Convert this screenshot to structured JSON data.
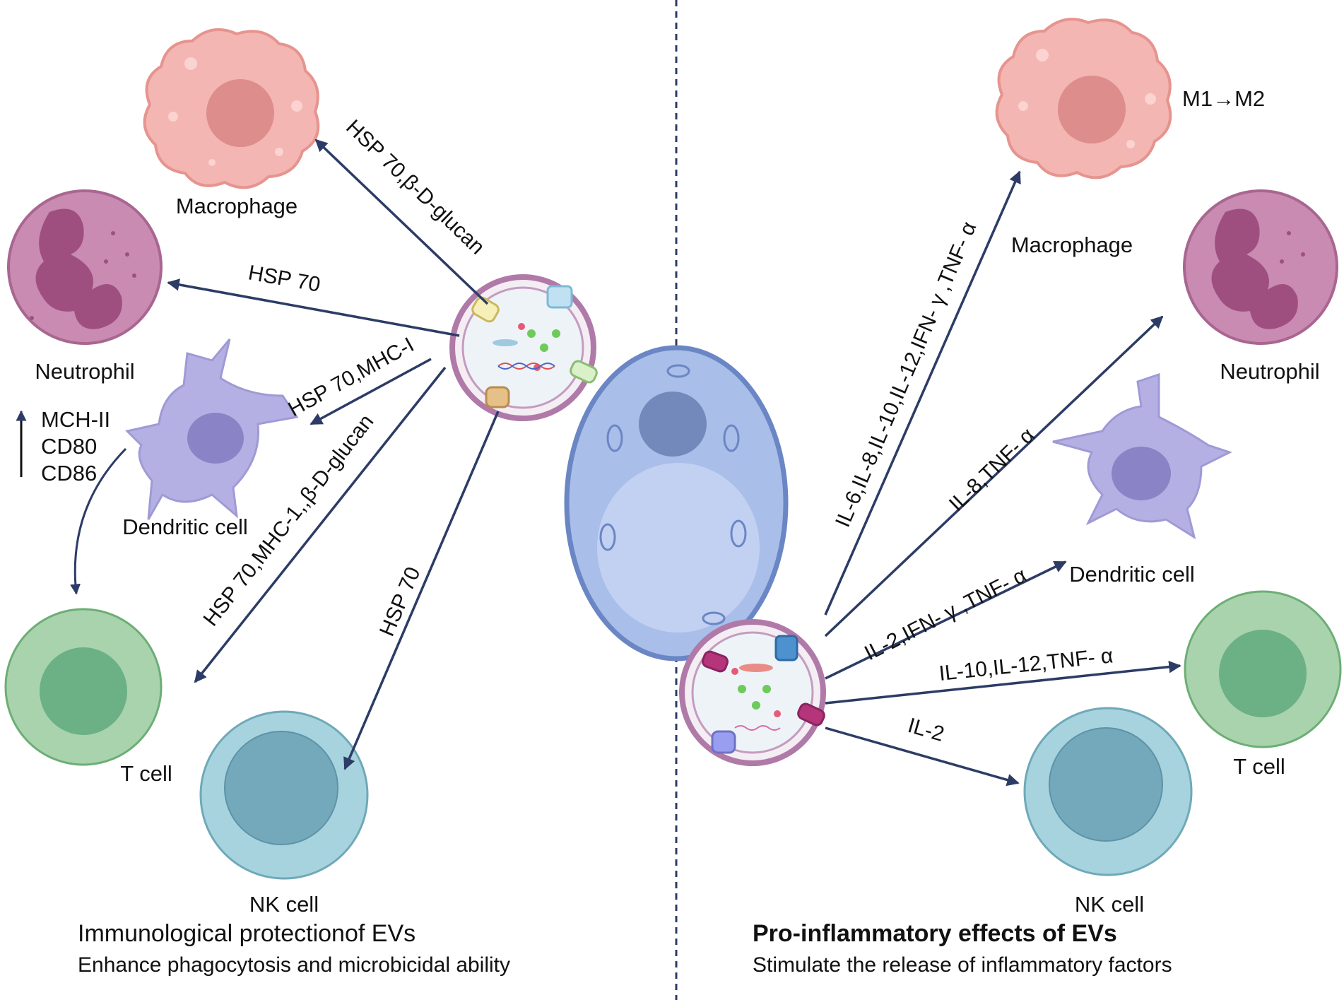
{
  "left_panel": {
    "title": "Immunological protectionof EVs",
    "subtitle": "Enhance phagocytosis and microbicidal ability",
    "cells": {
      "macrophage": "Macrophage",
      "neutrophil": "Neutrophil",
      "dendritic": "Dendritic cell",
      "t_cell": "T cell",
      "nk_cell": "NK cell"
    },
    "arrows": {
      "to_macrophage": "HSP 70,β-D-glucan",
      "to_neutrophil": "HSP 70",
      "to_dendritic": "HSP 70,MHC-I",
      "to_t_cell": "HSP 70,MHC-1,,β-D-glucan",
      "to_nk_cell": "HSP 70"
    },
    "markers": [
      "MCH-II",
      "CD80",
      "CD86"
    ]
  },
  "right_panel": {
    "title": "Pro-inflammatory effects of EVs",
    "subtitle": "Stimulate the release of inflammatory factors",
    "cells": {
      "macrophage": "Macrophage",
      "neutrophil": "Neutrophil",
      "dendritic": "Dendritic cell",
      "t_cell": "T cell",
      "nk_cell": "NK cell"
    },
    "polarization": "M1→M2",
    "arrows": {
      "to_macrophage": "IL-6,IL-8,IL-10,IL-12,IFN- γ ,TNF- α",
      "to_neutrophil": "IL-8,TNF- α",
      "to_dendritic": "IL-2,IFN- γ ,TNF- α",
      "to_t_cell": "IL-10,IL-12,TNF- α",
      "to_nk_cell": "IL-2"
    }
  },
  "colors": {
    "arrow": "#2c3c66",
    "divider": "#2c3c66",
    "macrophage": "#f3b6b2",
    "neutrophil": "#c98bb2",
    "dendritic": "#b5b0e3",
    "t_cell": "#a9d3ad",
    "nk_cell": "#a7d3df",
    "fungal_cell": "#a9bee8"
  }
}
